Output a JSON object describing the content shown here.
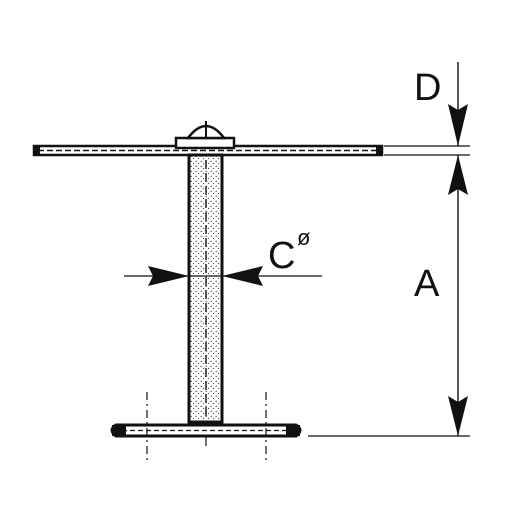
{
  "labels": {
    "d": "D",
    "a": "A",
    "c": "C",
    "diameter_symbol": "ø"
  },
  "colors": {
    "ink": "#111111",
    "fill": "#ffffff"
  }
}
